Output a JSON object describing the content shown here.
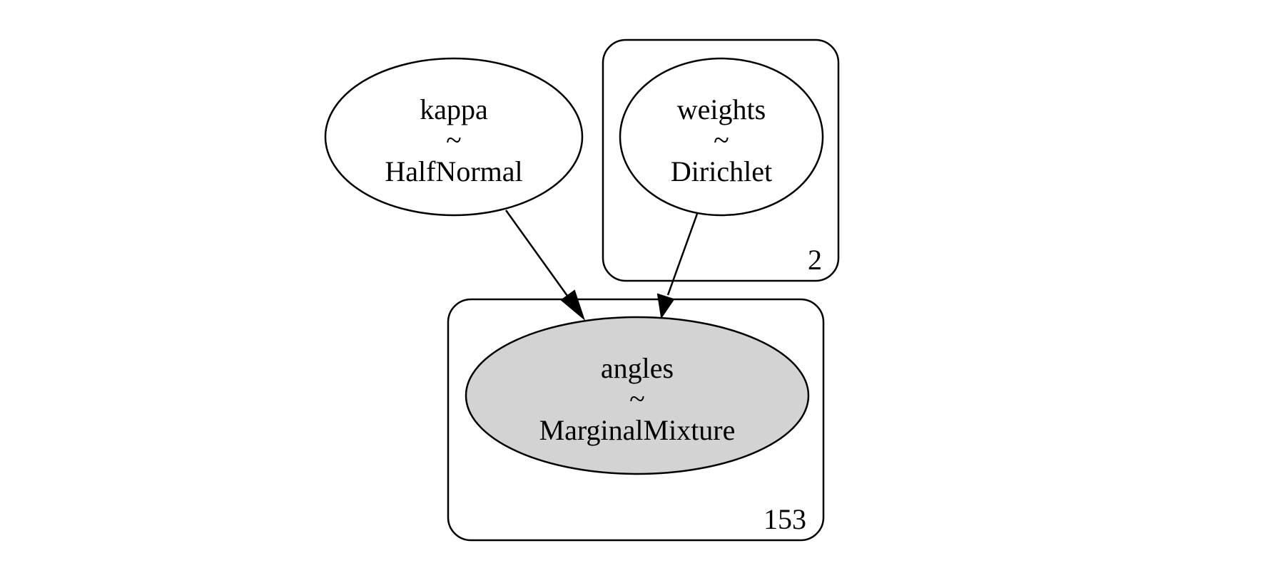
{
  "graph": {
    "nodes": {
      "kappa": {
        "name": "kappa",
        "tilde": "~",
        "dist": "HalfNormal",
        "observed": false
      },
      "weights": {
        "name": "weights",
        "tilde": "~",
        "dist": "Dirichlet",
        "observed": false
      },
      "angles": {
        "name": "angles",
        "tilde": "~",
        "dist": "MarginalMixture",
        "observed": true
      }
    },
    "plates": {
      "weights_plate": {
        "size": "2"
      },
      "angles_plate": {
        "size": "153"
      }
    },
    "edges": [
      {
        "from": "kappa",
        "to": "angles"
      },
      {
        "from": "weights",
        "to": "angles"
      }
    ],
    "colors": {
      "observed_fill": "#d3d3d3",
      "latent_fill": "#ffffff",
      "stroke": "#000000"
    }
  }
}
